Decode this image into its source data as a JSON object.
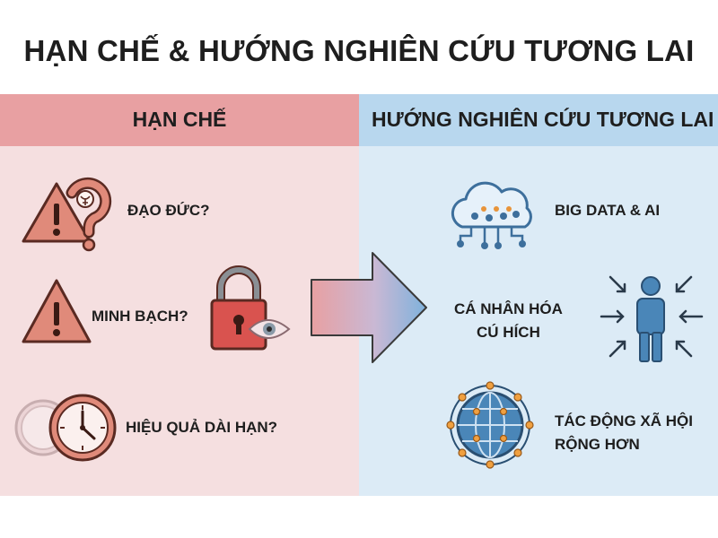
{
  "title": "HẠN CHẾ & HƯỚNG NGHIÊN CỨU TƯƠNG LAI",
  "limitations": {
    "header": "HẠN CHẾ",
    "items": [
      {
        "label": "ĐẠO ĐỨC?",
        "icon": "warning-question-icon"
      },
      {
        "label": "MINH BẠCH?",
        "icon": "warning-lock-eye-icon"
      },
      {
        "label": "HIỆU QUẢ DÀI HẠN?",
        "icon": "clock-icon"
      }
    ]
  },
  "future": {
    "header": "HƯỚNG NGHIÊN CỨU TƯƠNG LAI",
    "items": [
      {
        "label": "BIG DATA & AI",
        "icon": "cloud-network-icon"
      },
      {
        "label_line1": "CÁ NHÂN HÓA",
        "label_line2": "CÚ HÍCH",
        "icon": "person-target-icon"
      },
      {
        "label_line1": "TÁC ĐỘNG XÃ HỘI",
        "label_line2": "RỘNG HƠN",
        "icon": "globe-network-icon"
      }
    ]
  },
  "colors": {
    "left_bg": "#f5dfe0",
    "left_header": "#e8a0a2",
    "right_bg": "#dcebf6",
    "right_header": "#b8d7ee",
    "warning_fill": "#e08a7a",
    "icon_blue": "#4a86b8",
    "lock_red": "#d9534f"
  }
}
